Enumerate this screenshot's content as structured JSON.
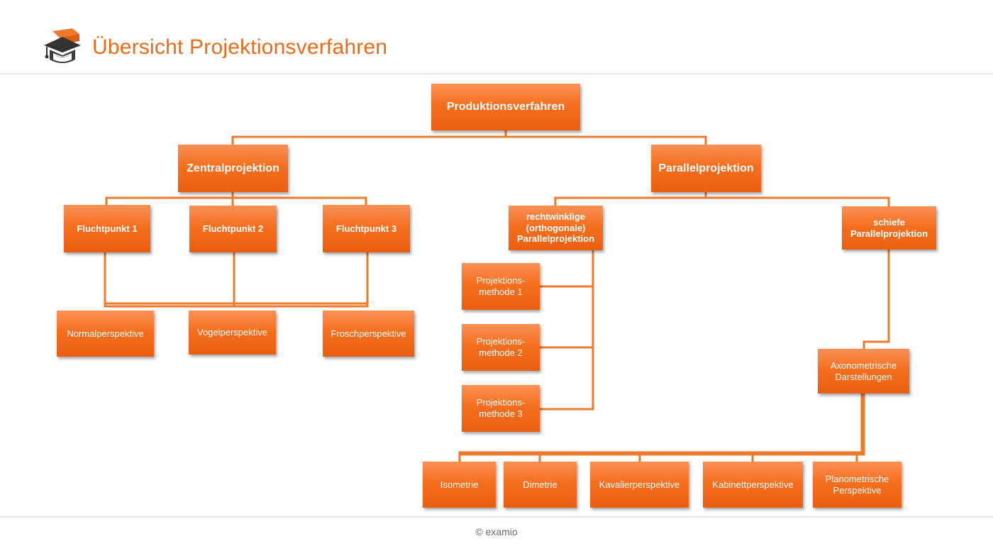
{
  "header": {
    "title": "Übersicht Projektionsverfahren"
  },
  "diagram": {
    "root": "Produktionsverfahren",
    "zentral": "Zentralprojektion",
    "parallel": "Parallelprojektion",
    "fluchtpunkt_1": "Fluchtpunkt 1",
    "fluchtpunkt_2": "Fluchtpunkt 2",
    "fluchtpunkt_3": "Fluchtpunkt 3",
    "normal": "Normalperspektive",
    "vogel": "Vogelperspektive",
    "frosch": "Froschperspektive",
    "orthogonal": "rechtwinklige\n(orthogonale)\nParallelprojektion",
    "schief": "schiefe\nParallelprojektion",
    "methode_1": "Projektions-\nmethode 1",
    "methode_2": "Projektions-\nmethode 2",
    "methode_3": "Projektions-\nmethode 3",
    "axonometrisch": "Axonometrische\nDarstellungen",
    "isometrie": "Isometrie",
    "dimetrie": "Dimetrie",
    "kavalier": "Kavalierperspektive",
    "kabinett": "Kabinettperspektive",
    "planometrisch": "Planometrische\nPerspektive"
  },
  "footer": {
    "copyright": "© examio"
  },
  "colors": {
    "accent": "#ee6a18",
    "box": "#f56f1f",
    "line": "#ec7a2c"
  }
}
